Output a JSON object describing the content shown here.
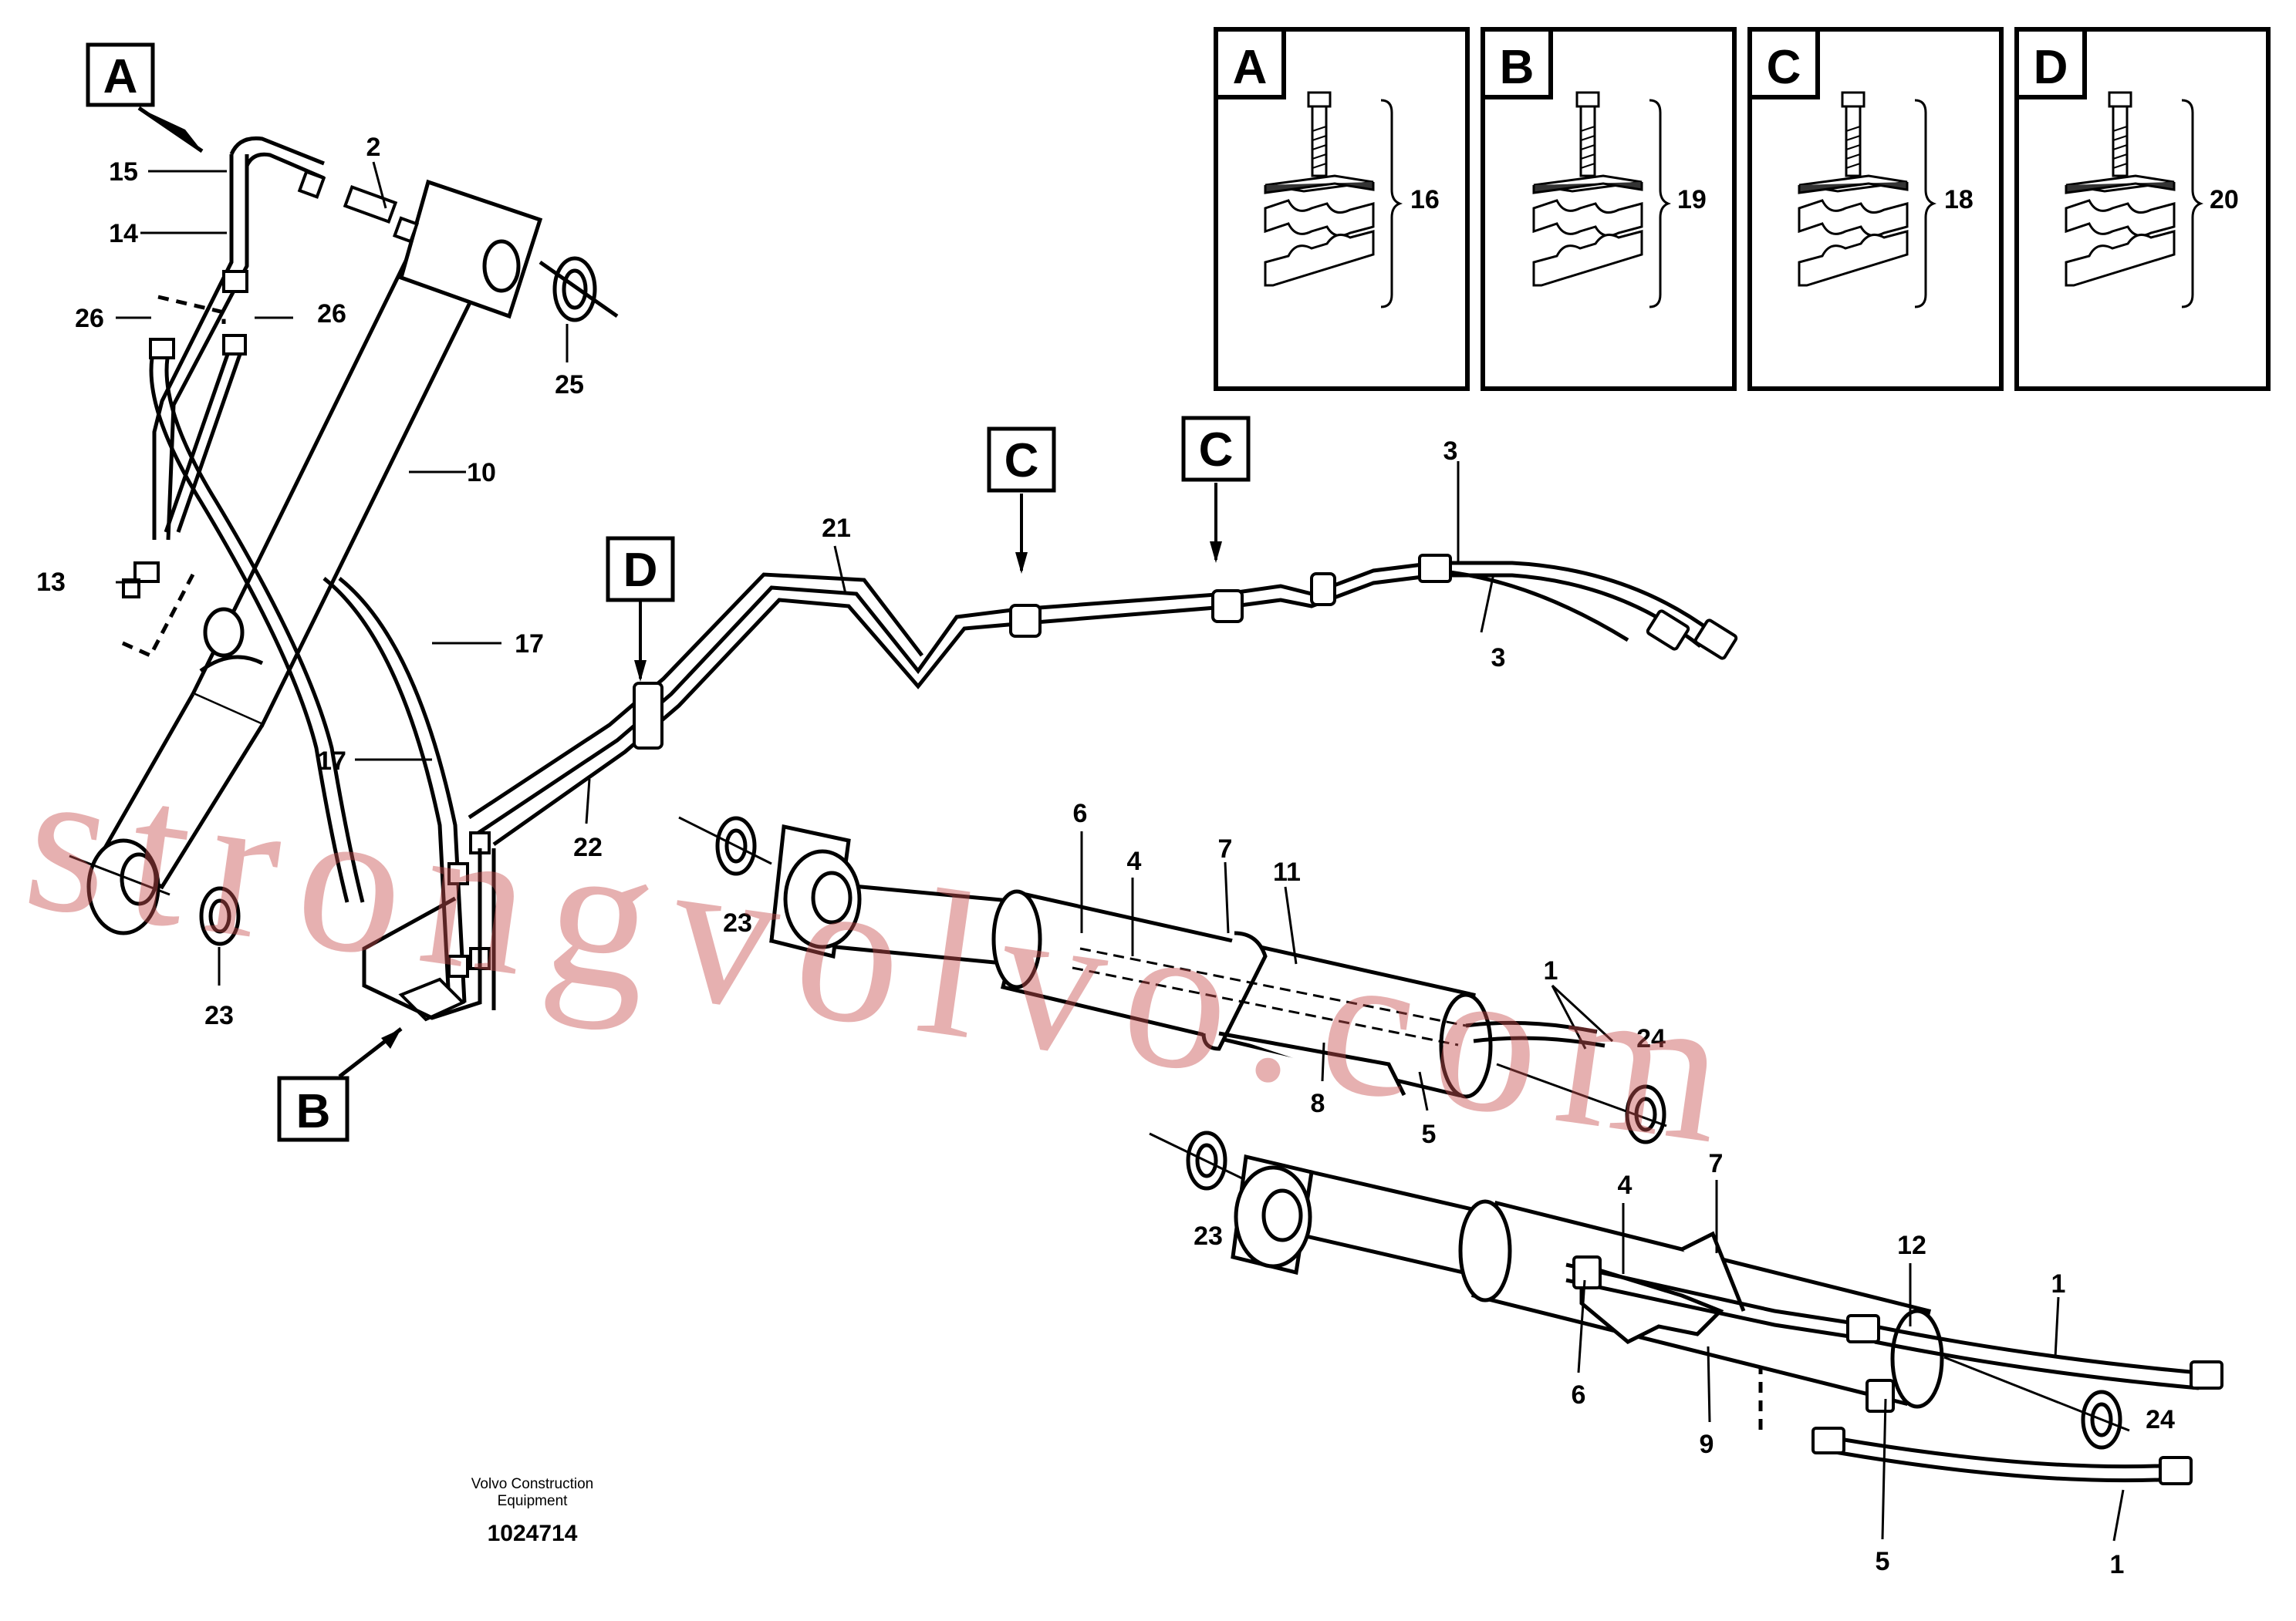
{
  "diagram": {
    "detail_boxes": [
      {
        "letter": "A",
        "part": "16"
      },
      {
        "letter": "B",
        "part": "19"
      },
      {
        "letter": "C",
        "part": "18"
      },
      {
        "letter": "D",
        "part": "20"
      }
    ],
    "view_markers": [
      "A",
      "B",
      "C",
      "C",
      "D"
    ],
    "callouts": [
      "15",
      "14",
      "2",
      "26",
      "26",
      "25",
      "10",
      "13",
      "17",
      "17",
      "22",
      "21",
      "3",
      "3",
      "23",
      "23",
      "6",
      "4",
      "7",
      "11",
      "1",
      "24",
      "8",
      "5",
      "23",
      "4",
      "7",
      "12",
      "1",
      "6",
      "9",
      "24",
      "5",
      "1"
    ]
  },
  "footer": {
    "line1": "Volvo Construction",
    "line2": "Equipment",
    "code": "1024714"
  },
  "watermark": "strongvolvo.com"
}
